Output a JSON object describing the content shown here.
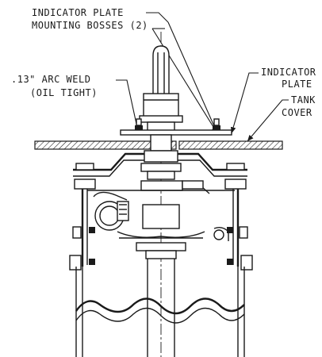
{
  "labels": {
    "bosses_line1": "INDICATOR PLATE",
    "bosses_line2": "MOUNTING BOSSES (2)",
    "weld_line1": ".13\" ARC WELD",
    "weld_line2": "(OIL TIGHT)",
    "indicator_line1": "INDICATOR",
    "indicator_line2": "PLATE",
    "cover_line1": "TANK",
    "cover_line2": "COVER"
  },
  "colors": {
    "line": "#1a1a1a",
    "background": "#ffffff"
  }
}
